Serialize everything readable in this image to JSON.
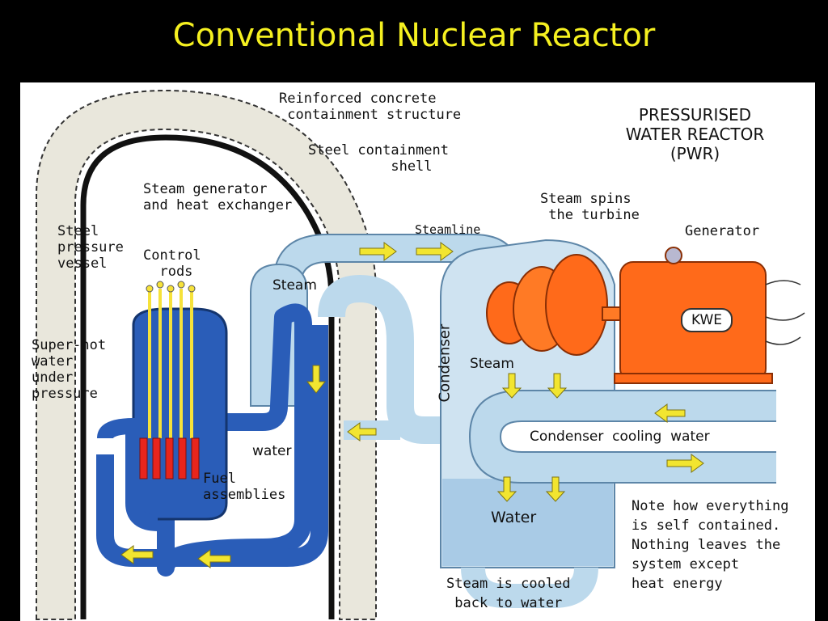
{
  "title": "Conventional Nuclear Reactor",
  "labels": {
    "concrete": "Reinforced concrete\n containment structure",
    "steel_shell": "Steel containment\n          shell",
    "pwr": "PRESSURISED\nWATER REACTOR\n(PWR)",
    "steam_generator": "Steam generator\nand heat exchanger",
    "steamline": "Steamline",
    "steam_spins": "Steam spins\n the turbine",
    "generator": "Generator",
    "kwe": "KWE",
    "pressure_vessel": "Steel\npressure\nvessel",
    "control_rods": "Control\n  rods",
    "steam_top": "Steam",
    "superhot": "Super-hot\nwater\nunder\npressure",
    "condenser": "Condenser",
    "steam_mid": "Steam",
    "water_left": "water",
    "fuel": "Fuel\nassemblies",
    "cooling_water": "Condenser  cooling  water",
    "water_bottom": "Water",
    "note": "Note how everything\nis self contained.\nNothing leaves the\nsystem except\nheat energy",
    "steam_cooled": "Steam is cooled\nback to water"
  },
  "colors": {
    "title": "#f5f020",
    "primary_loop": "#2a5db8",
    "secondary_loop": "#bcd9ec",
    "turbine": "#ff6a1a",
    "fuel_rods": "#e8251c",
    "control_rods": "#f6e23a",
    "arrows": "#f2e530",
    "concrete": "#e9e7dc"
  }
}
